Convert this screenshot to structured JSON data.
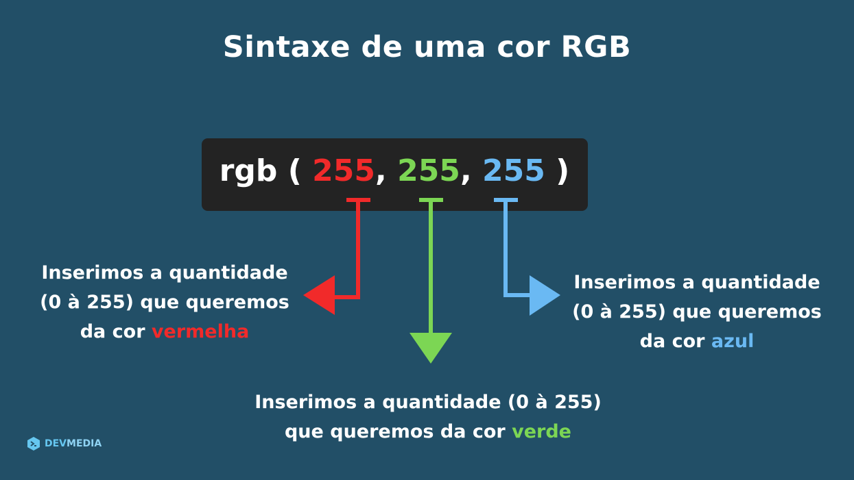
{
  "title": "Sintaxe de uma cor RGB",
  "code": {
    "prefix": "rgb (",
    "red_value": "255",
    "sep1": ",",
    "green_value": "255",
    "sep2": ",",
    "blue_value": "255",
    "suffix": ")"
  },
  "descriptions": {
    "red": {
      "line1": "Inserimos a quantidade",
      "line2": "(0 à 255) que queremos",
      "line3_prefix": "da cor",
      "color_word": "vermelha"
    },
    "blue": {
      "line1": "Inserimos a quantidade",
      "line2": "(0 à 255) que queremos",
      "line3_prefix": "da cor",
      "color_word": "azul"
    },
    "green": {
      "line1": "Inserimos a quantidade (0 à 255)",
      "line2_prefix": "que queremos da cor",
      "color_word": "verde"
    }
  },
  "logo": {
    "part1": "DEV",
    "part2": "MEDIA"
  },
  "colors": {
    "background": "#224f67",
    "code_box": "#232323",
    "red": "#f12a2a",
    "green": "#7cd654",
    "blue": "#6ab9f3",
    "text": "#ffffff"
  }
}
